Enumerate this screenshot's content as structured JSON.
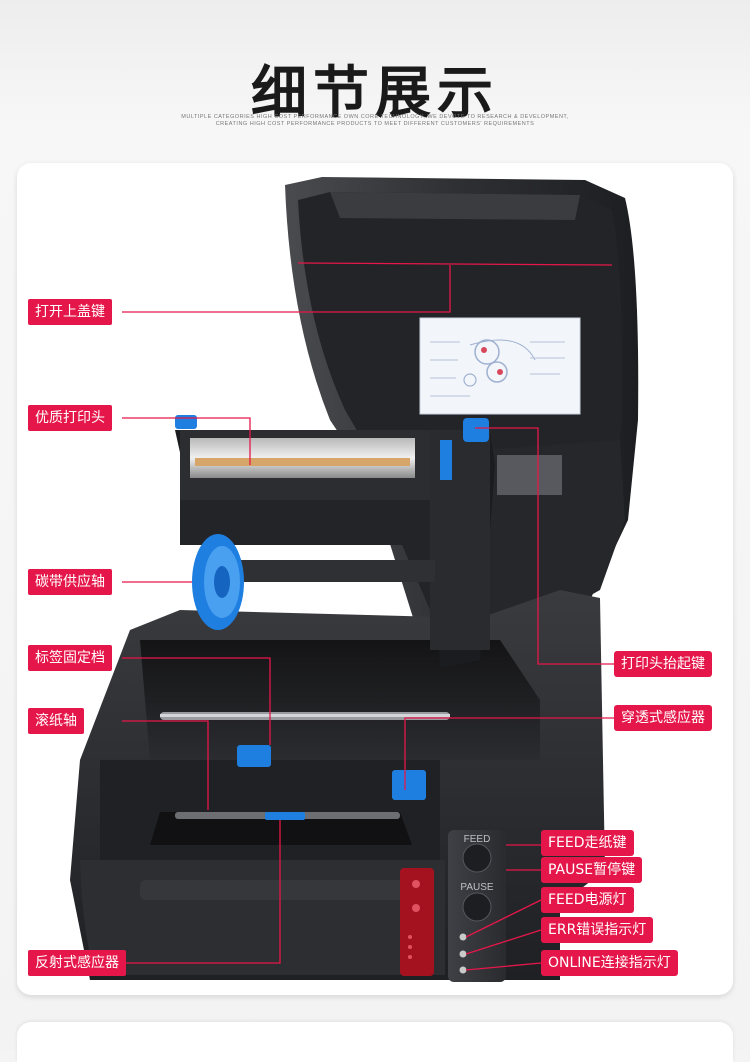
{
  "header": {
    "title": "细节展示",
    "subtitle_line1": "MULTIPLE CATEGORIES HIGH COST PERFORMANCE OWN CORE TECHNOLOGY, WE DEVOTE TO RESEARCH & DEVELOPMENT,",
    "subtitle_line2": "CREATING HIGH COST PERFORMANCE PRODUCTS TO MEET DIFFERENT CUSTOMERS' REQUIREMENTS"
  },
  "callouts": {
    "left": [
      {
        "id": "open-cover",
        "text": "打开上盖键"
      },
      {
        "id": "print-head",
        "text": "优质打印头"
      },
      {
        "id": "ribbon-supply",
        "text": "碳带供应轴"
      },
      {
        "id": "label-guide",
        "text": "标签固定档"
      },
      {
        "id": "paper-roller",
        "text": "滚纸轴"
      },
      {
        "id": "reflective-sensor",
        "text": "反射式感应器"
      }
    ],
    "right": [
      {
        "id": "head-lift",
        "text": "打印头抬起键"
      },
      {
        "id": "transmissive-sensor",
        "text": "穿透式感应器"
      },
      {
        "id": "feed-key",
        "text": "FEED走纸键"
      },
      {
        "id": "pause-key",
        "text": "PAUSE暂停键"
      },
      {
        "id": "feed-power-led",
        "text": "FEED电源灯"
      },
      {
        "id": "err-led",
        "text": "ERR错误指示灯"
      },
      {
        "id": "online-led",
        "text": "ONLINE连接指示灯"
      }
    ]
  },
  "control_panel": {
    "feed_label": "FEED",
    "pause_label": "PAUSE"
  },
  "colors": {
    "accent": "#e5174a",
    "printer_body": "#2a2b2e",
    "ribbon_spindle": "#1e7fe0"
  }
}
